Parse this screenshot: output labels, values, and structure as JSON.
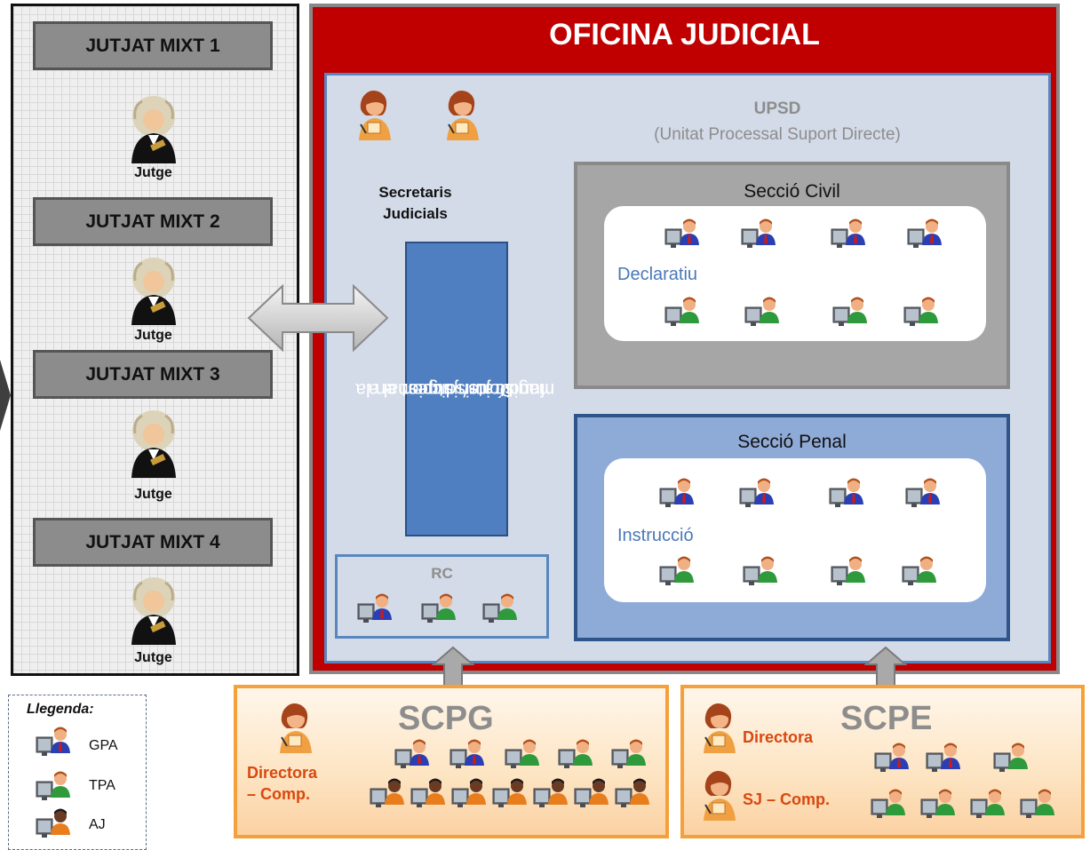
{
  "courts": [
    {
      "title": "JUTJAT MIXT 1",
      "judge": "Jutge"
    },
    {
      "title": "JUTJAT MIXT 2",
      "judge": "Jutge"
    },
    {
      "title": "JUTJAT MIXT 3",
      "judge": "Jutge"
    },
    {
      "title": "JUTJAT MIXT 4",
      "judge": "Jutge"
    }
  ],
  "office": {
    "title": "OFICINA JUDICIAL",
    "upsd_title": "UPSD",
    "upsd_subtitle": "(Unitat Processal Suport Directe)",
    "secretaris": [
      "Secretaris",
      "Judicials"
    ],
    "support_text": [
      "Donen suport en la",
      "funció jurisdiccional a",
      "magistrats/ jutges."
    ],
    "rc_label": "RC",
    "civil": {
      "title": "Secció Civil",
      "subsection": "Declaratiu"
    },
    "penal": {
      "title": "Secció Penal",
      "subsection": "Instrucció"
    }
  },
  "scpg": {
    "title": "SCPG",
    "role": [
      "Directora",
      "– Comp."
    ]
  },
  "scpe": {
    "title": "SCPE",
    "role1": "Directora",
    "role2": "SJ – Comp."
  },
  "legend": {
    "title": "Llegenda:",
    "items": [
      {
        "label": "GPA",
        "icon": "gpa-worker-icon"
      },
      {
        "label": "TPA",
        "icon": "tpa-worker-icon"
      },
      {
        "label": "AJ",
        "icon": "aj-worker-icon"
      }
    ]
  },
  "colors": {
    "office_red": "#c00000",
    "gpa_shirt": "#2a3fb3",
    "tpa_shirt": "#2e9a3b",
    "aj_shirt": "#e87d1e",
    "label_blue": "#4a78b8",
    "label_orange": "#d9480f"
  }
}
